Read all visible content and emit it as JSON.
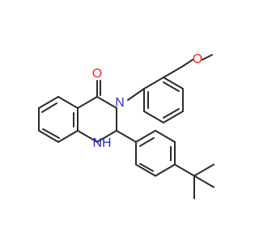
{
  "diagram": {
    "type": "chemical-structure",
    "atom_colors": {
      "carbon_bonds": "#2b2b2b",
      "oxygen": "#ff1f1f",
      "nitrogen": "#2b2bd1"
    },
    "labels": {
      "carbonyl_oxygen": "O",
      "amide_nitrogen": "N",
      "amine_nh": "NH",
      "ether_oxygen": "O"
    }
  }
}
